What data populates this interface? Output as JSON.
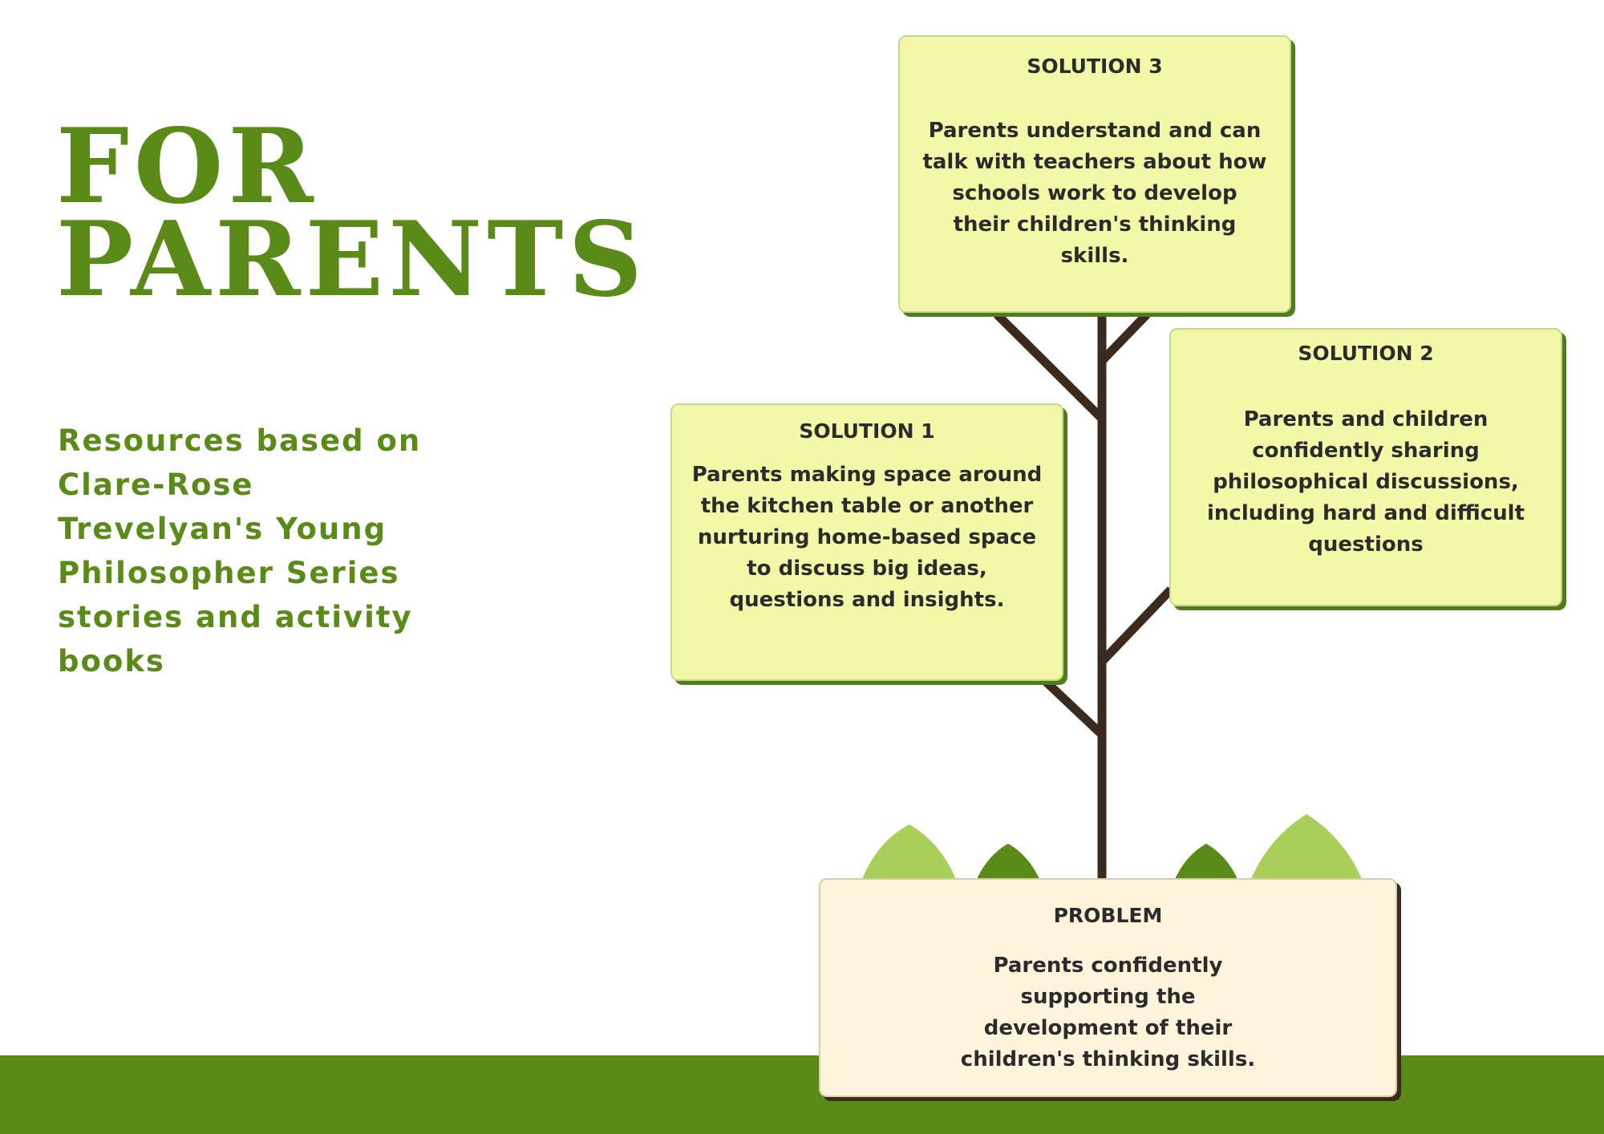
{
  "title": {
    "line1": "FOR",
    "line2": "PARENTS"
  },
  "subtitle": "Resources based on Clare-Rose Trevelyan's Young Philosopher Series stories and activity books",
  "solution3": {
    "heading": "SOLUTION 3",
    "text": "Parents understand and can talk with teachers about how schools work to develop their children's thinking skills."
  },
  "solution2": {
    "heading": "SOLUTION 2",
    "text": "Parents and children confidently sharing philosophical discussions, including hard and difficult questions"
  },
  "solution1": {
    "heading": "SOLUTION 1",
    "text": "Parents making space around the kitchen table or another nurturing home-based space to discuss big ideas, questions and insights."
  },
  "problem": {
    "heading": "PROBLEM",
    "text": "Parents confidently supporting the development of their children's thinking skills."
  },
  "colors": {
    "brand_green": "#5a8a17",
    "light_leaf": "#a9cf5b",
    "trunk_brown": "#3b2a1e",
    "solution_fill": "#f2f8a8",
    "problem_fill": "#fdf4db"
  }
}
